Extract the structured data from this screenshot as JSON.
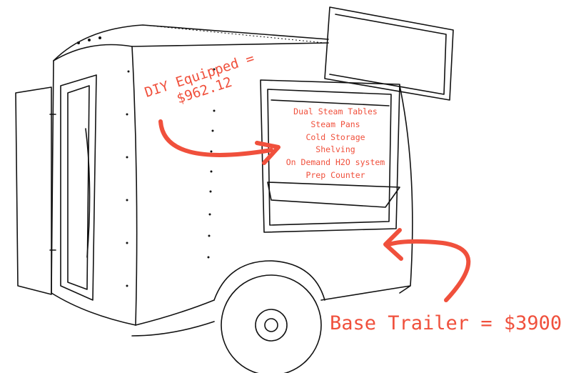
{
  "annotations": {
    "diy_line1": "DIY Equipped =",
    "diy_line2": "$962.12",
    "equipment": [
      "Dual Steam Tables",
      "Steam Pans",
      "Cold Storage",
      "Shelving",
      "On Demand H2O system",
      "Prep Counter"
    ],
    "base_trailer": "Base Trailer = $3900"
  },
  "colors": {
    "annotation": "#f0503c",
    "sketch": "#111111"
  }
}
